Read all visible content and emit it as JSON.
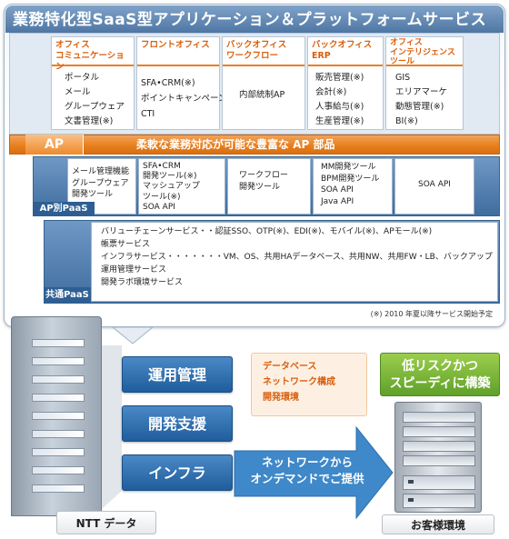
{
  "title": "業務特化型SaaS型アプリケーション＆プラットフォームサービス",
  "columns": [
    {
      "head_lines": [
        "オフィス",
        "コミュニケーション"
      ],
      "items": [
        "ポータル",
        "メール",
        "グループウェア",
        "文書管理(※)"
      ]
    },
    {
      "head_lines": [
        "フロントオフィス"
      ],
      "items": [
        "SFA•CRM(※)",
        "ポイントキャンペーン",
        "CTI"
      ]
    },
    {
      "head_lines": [
        "バックオフィス",
        "ワークフロー"
      ],
      "items": [
        "内部統制AP"
      ]
    },
    {
      "head_lines": [
        "バックオフィス",
        "ERP"
      ],
      "items": [
        "販売管理(※)",
        "会計(※)",
        "人事給与(※)",
        "生産管理(※)"
      ]
    },
    {
      "head_lines": [
        "オフィス",
        "インテリジェンス",
        "ツール"
      ],
      "items": [
        "GIS",
        "エリアマーケ",
        "動態管理(※)",
        "BI(※)"
      ]
    }
  ],
  "ap": {
    "label": "AP",
    "text": "柔軟な業務対応が可能な豊富な AP 部品"
  },
  "ap_betsu": {
    "label": "AP別PaaS",
    "boxes": [
      [
        "メール管理機能",
        "グループウェア",
        "開発ツール"
      ],
      [
        "SFA•CRM",
        "開発ツール(※)",
        "マッシュアップ",
        "ツール(※)",
        "SOA API"
      ],
      [
        "ワークフロー",
        "開発ツール"
      ],
      [
        "MM開発ツール",
        "BPM開発ツール",
        "SOA API",
        "Java API"
      ],
      [
        "SOA API"
      ]
    ]
  },
  "kyotsu": {
    "label": "共通PaaS",
    "lines": [
      "バリューチェーンサービス・・認証SSO、OTP(※)、EDI(※)、モバイル(※)、APモール(※)",
      "帳票サービス",
      "インフラサービス・・・・・・・VM、OS、共用HAデータベース、共用NW、共用FW・LB、バックアップ",
      "運用管理サービス",
      "開発ラボ環境サービス"
    ]
  },
  "note": "(※) 2010 年夏以降サービス開始予定",
  "ntt_label": "NTT データ",
  "service_buttons": [
    "運用管理",
    "開発支援",
    "インフラ"
  ],
  "orange_items": [
    "データベース",
    "ネットワーク構成",
    "開発環境"
  ],
  "green_lines": [
    "低リスクかつ",
    "スピーディに構築"
  ],
  "arrow_lines": [
    "ネットワークから",
    "オンデマンドでご提供"
  ],
  "customer_label": "お客様環境",
  "colors": {
    "title_blue": "#4f77a4",
    "orange": "#e8801f",
    "paas_blue": "#3f6d9f",
    "button_blue": "#1f5d9c",
    "green": "#5fa12a"
  }
}
